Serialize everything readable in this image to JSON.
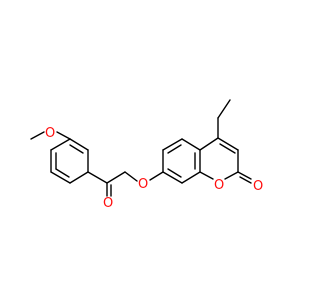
{
  "molecule": {
    "atoms": [
      {
        "id": "o-carbonyl-lactone",
        "symbol": "O",
        "color": "#ff0d0d"
      },
      {
        "id": "o-ring-lactone",
        "symbol": "O",
        "color": "#ff0d0d"
      },
      {
        "id": "o-ether-7",
        "symbol": "O",
        "color": "#ff0d0d"
      },
      {
        "id": "o-ketone",
        "symbol": "O",
        "color": "#ff0d0d"
      },
      {
        "id": "o-methoxy",
        "symbol": "O",
        "color": "#ff0d0d"
      }
    ],
    "bond_color": "#000000"
  }
}
